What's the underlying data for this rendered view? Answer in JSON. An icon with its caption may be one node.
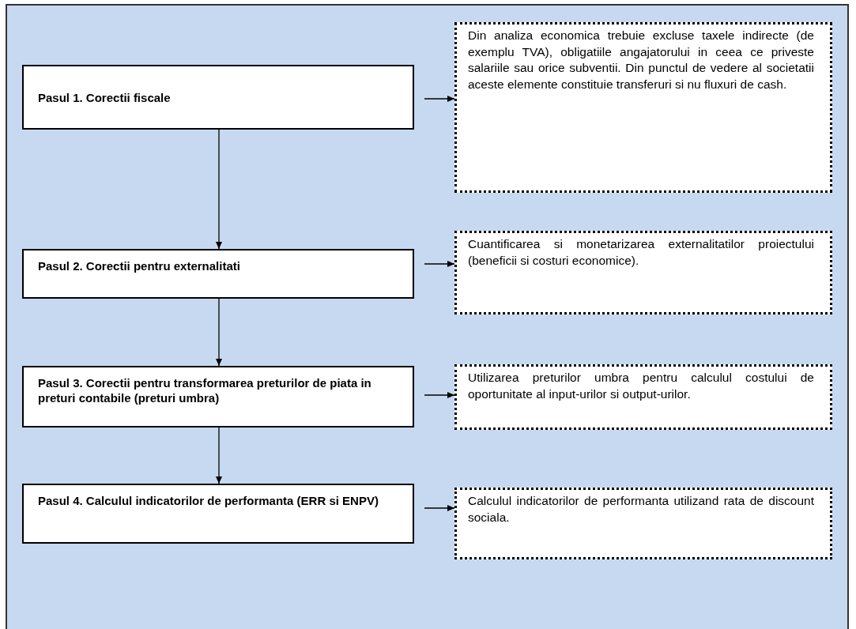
{
  "diagram": {
    "nodes": [
      {
        "text": [
          "Pasul 1. Corectii fiscale"
        ]
      },
      {
        "text": [
          "Din analiza economica trebuie excluse taxele indirecte (de exemplu TVA), obligatiile angajatorului in ceea ce priveste salariile sau orice subventii. Din punctul de vedere al societatii aceste elemente constituie transferuri si nu fluxuri de cash."
        ]
      },
      {
        "text": [
          "Pasul 2. Corectii pentru externalitati"
        ]
      },
      {
        "text": [
          "Cuantificarea si monetarizarea externalitatilor proiectului (beneficii si costuri economice)."
        ]
      },
      {
        "text": [
          "Pasul 3. Corectii pentru transformarea preturilor de piata in preturi contabile (preturi umbra)"
        ]
      },
      {
        "text": [
          "Utilizarea preturilor umbra pentru calculul costului de oportunitate al input-urilor si output-urilor."
        ]
      },
      {
        "text": [
          "Pasul 4. Calculul indicatorilor de performanta (ERR si ENPV)"
        ]
      },
      {
        "text": [
          "Calculul indicatorilor de performanta utilizand rata de discount sociala."
        ]
      }
    ],
    "edges": [
      {
        "from": 0,
        "to": 2,
        "arrow": "to"
      },
      {
        "from": 2,
        "to": 4,
        "arrow": "to"
      },
      {
        "from": 4,
        "to": 6,
        "arrow": "to"
      },
      {
        "from": 0,
        "to": 1,
        "arrow": "to"
      },
      {
        "from": 2,
        "to": 3,
        "arrow": "to"
      },
      {
        "from": 4,
        "to": 5,
        "arrow": "to"
      },
      {
        "from": 6,
        "to": 7,
        "arrow": "to"
      }
    ]
  }
}
